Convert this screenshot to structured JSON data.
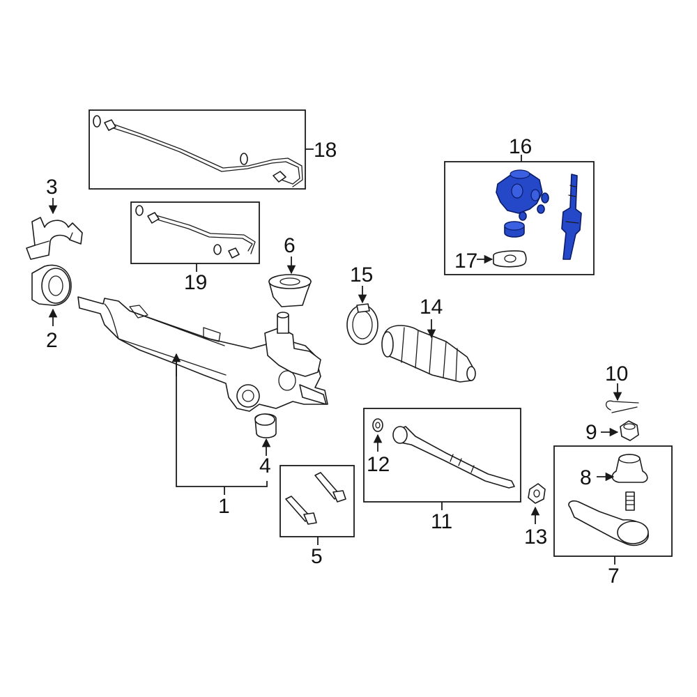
{
  "callouts": {
    "c1": "1",
    "c2": "2",
    "c3": "3",
    "c4": "4",
    "c5": "5",
    "c6": "6",
    "c7": "7",
    "c8": "8",
    "c9": "9",
    "c10": "10",
    "c11": "11",
    "c12": "12",
    "c13": "13",
    "c14": "14",
    "c15": "15",
    "c16": "16",
    "c17": "17",
    "c18": "18",
    "c19": "19"
  },
  "colors": {
    "highlight": "#2448c8",
    "line": "#1a1a1a",
    "background": "#ffffff"
  }
}
